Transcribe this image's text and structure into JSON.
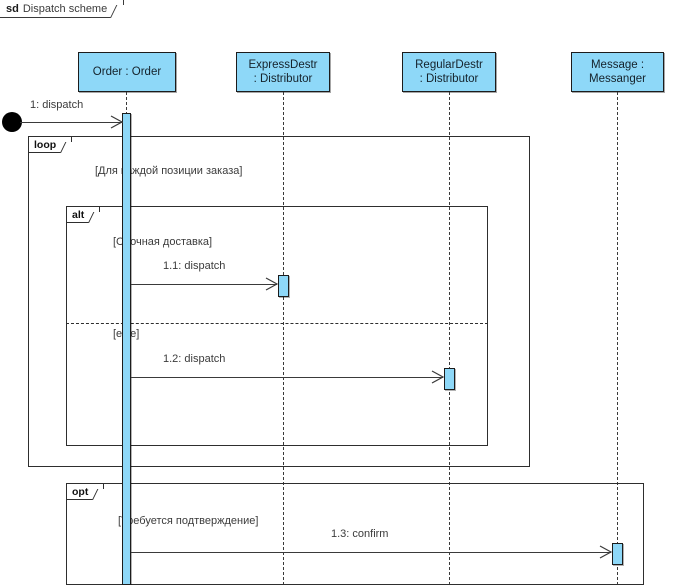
{
  "diagram": {
    "kind_keyword": "sd",
    "title": "Dispatch scheme",
    "colors": {
      "lifeline_fill": "#8ed8f8",
      "line": "#3a3a3a",
      "text": "#3b3b3b",
      "start_node": "#000000"
    }
  },
  "lifelines": [
    {
      "id": "order",
      "line1": "Order : Order",
      "line2": ""
    },
    {
      "id": "expressdestr",
      "line1": "ExpressDestr",
      "line2": ": Distributor"
    },
    {
      "id": "regulardestr",
      "line1": "RegularDestr",
      "line2": ": Distributor"
    },
    {
      "id": "messenger",
      "line1": "Message :",
      "line2": "Messanger"
    }
  ],
  "messages": [
    {
      "id": "m1",
      "label": "1: dispatch",
      "from": "start-node",
      "to": "order"
    },
    {
      "id": "m11",
      "label": "1.1: dispatch",
      "from": "order",
      "to": "expressdestr"
    },
    {
      "id": "m12",
      "label": "1.2: dispatch",
      "from": "order",
      "to": "regulardestr"
    },
    {
      "id": "m13",
      "label": "1.3: confirm",
      "from": "order",
      "to": "messenger"
    }
  ],
  "fragments": [
    {
      "id": "loop",
      "operator": "loop",
      "guard": "[Для каждой позиции заказа]"
    },
    {
      "id": "alt",
      "operator": "alt",
      "guard": "[Срочная доставка]",
      "else_guard": "[else]"
    },
    {
      "id": "opt",
      "operator": "opt",
      "guard": "[Требуется подтверждение]"
    }
  ]
}
